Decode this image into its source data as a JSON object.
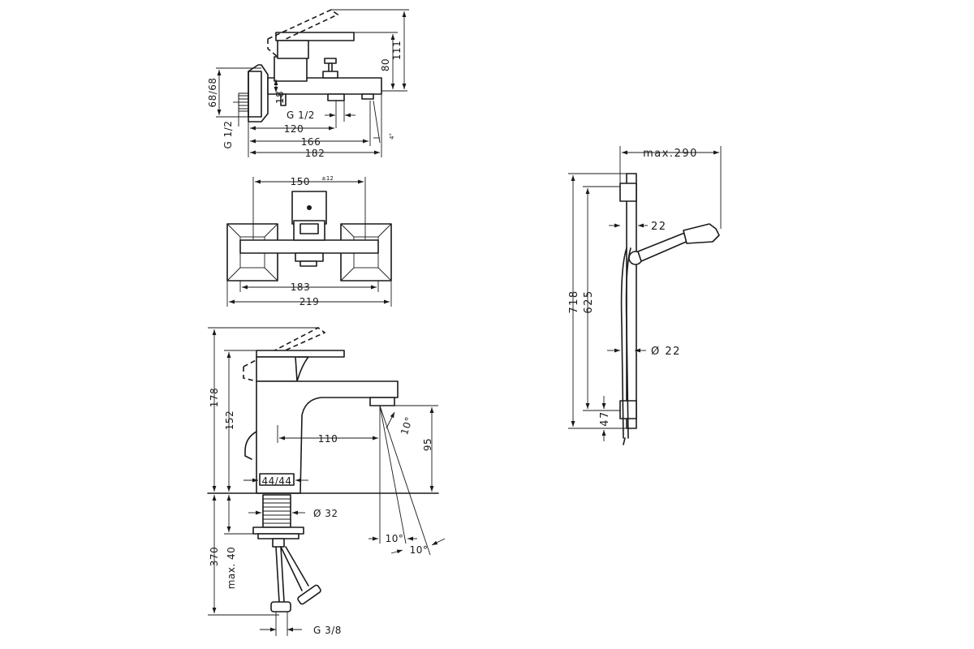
{
  "bath_mixer_side": {
    "dim_80": "80",
    "dim_111": "111",
    "dim_68_68": "68/68",
    "dim_18": "18",
    "dim_g12_left": "G 1/2",
    "dim_g12_mid": "G 1/2",
    "dim_120": "120",
    "dim_166": "166",
    "dim_182": "182",
    "dim_angle": "4°"
  },
  "bath_mixer_front": {
    "dim_150": "150",
    "dim_150_tol": "±12",
    "dim_183": "183",
    "dim_219": "219"
  },
  "basin_mixer": {
    "dim_178": "178",
    "dim_152": "152",
    "dim_110": "110",
    "dim_10a": "10°",
    "dim_95": "95",
    "dim_44_44": "44/44",
    "dim_32": "Ø 32",
    "dim_370": "370",
    "dim_max40": "max. 40",
    "dim_10b": "10°",
    "dim_10c": "10°",
    "dim_g38": "G 3/8"
  },
  "shower_rail": {
    "dim_max290": "max.290",
    "dim_22": "22",
    "dim_718": "718",
    "dim_625": "625",
    "dim_diam22": "Ø 22",
    "dim_47": "47"
  }
}
